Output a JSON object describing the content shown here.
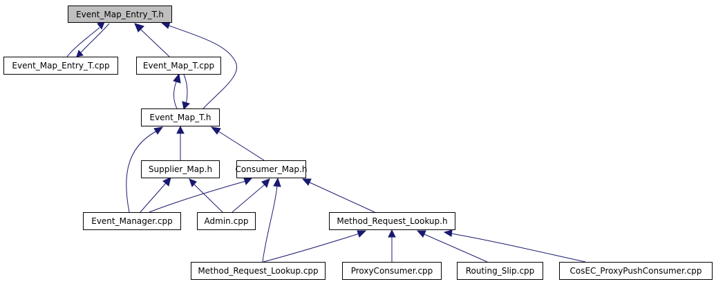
{
  "graph": {
    "colors": {
      "edge": "#191970",
      "root_fill": "#bfbfbf",
      "node_fill": "#ffffff"
    },
    "nodes": {
      "event_map_entry_t_h": "Event_Map_Entry_T.h",
      "event_map_entry_t_cpp": "Event_Map_Entry_T.cpp",
      "event_map_t_cpp": "Event_Map_T.cpp",
      "event_map_t_h": "Event_Map_T.h",
      "supplier_map_h": "Supplier_Map.h",
      "consumer_map_h": "Consumer_Map.h",
      "event_manager_cpp": "Event_Manager.cpp",
      "admin_cpp": "Admin.cpp",
      "method_request_lookup_h": "Method_Request_Lookup.h",
      "method_request_lookup_cpp": "Method_Request_Lookup.cpp",
      "proxyconsumer_cpp": "ProxyConsumer.cpp",
      "routing_slip_cpp": "Routing_Slip.cpp",
      "cosec_proxypushconsumer_cpp": "CosEC_ProxyPushConsumer.cpp"
    }
  }
}
